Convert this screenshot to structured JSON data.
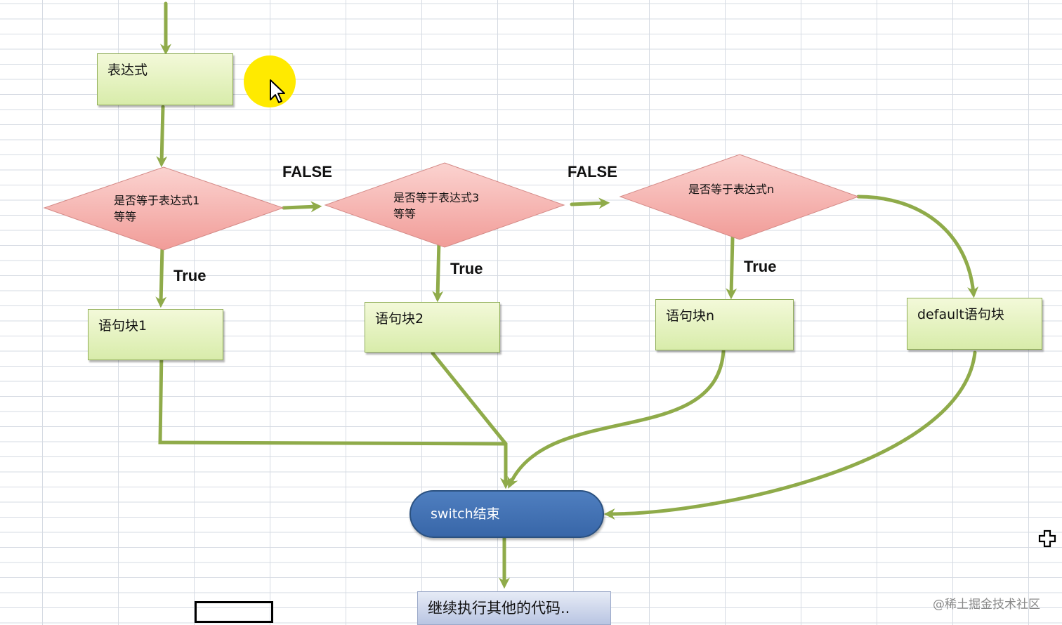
{
  "diagram": {
    "start_box": {
      "label": "表达式"
    },
    "decisions": [
      {
        "line1": "是否等于表达式1",
        "line2": "等等"
      },
      {
        "line1": "是否等于表达式3",
        "line2": "等等"
      },
      {
        "line1": "是否等于表达式n",
        "line2": ""
      }
    ],
    "false_labels": [
      "FALSE",
      "FALSE"
    ],
    "true_labels": [
      "True",
      "True",
      "True"
    ],
    "blocks": [
      "语句块1",
      "语句块2",
      "语句块n",
      "default语句块"
    ],
    "end": {
      "label": "switch结束"
    },
    "next": {
      "label": "继续执行其他的代码.."
    },
    "colors": {
      "arrow": "#8fab4a",
      "box_fill": "#d8ecaa",
      "diamond_fill": "#f6aca8",
      "terminal_fill": "#3f6fb3"
    }
  },
  "watermark": "@稀土掘金技术社区",
  "icons": {
    "cursor": "mouse-pointer-icon",
    "move": "move-cross-icon"
  }
}
